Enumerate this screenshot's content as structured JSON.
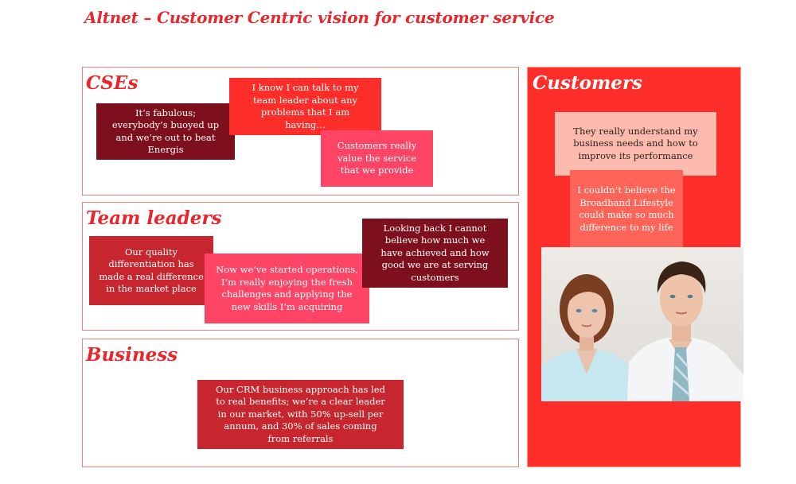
{
  "title": "Altnet – Customer Centric vision for customer service",
  "colors": {
    "accent": "#e8262b",
    "panel_border": "#f08080",
    "dark_red": "#7d101c",
    "bright_red": "#fd2e2a",
    "pink": "#fe4566",
    "crimson": "#c7262f",
    "peach": "#fdbaae",
    "salmon": "#ff6459"
  },
  "sections": {
    "cses": {
      "heading": "CSEs",
      "quotes": [
        "It’s fabulous; everybody’s buoyed up and we’re out to beat Energis",
        "I know I can talk to my team leader about any problems that I am having…",
        "Customers really value the service that we provide"
      ]
    },
    "team_leaders": {
      "heading": "Team leaders",
      "quotes": [
        "Our quality differentiation has made a real difference in the market place",
        "Now we’ve started operations, I’m really enjoying the fresh challenges and applying the new skills I’m acquiring",
        "Looking back I cannot believe how much we have achieved and how good we are at serving customers"
      ]
    },
    "business": {
      "heading": "Business",
      "quotes": [
        "Our CRM business approach has led to real benefits; we’re a clear leader in our market, with 50% up-sell per annum, and 30% of sales coming from referrals"
      ]
    },
    "customers": {
      "heading": "Customers",
      "quotes": [
        "They really understand my business needs and how to improve its performance",
        "I couldn’t believe the Broadband Lifestyle could make so much difference to my life"
      ],
      "photo": "customers-photo"
    }
  }
}
